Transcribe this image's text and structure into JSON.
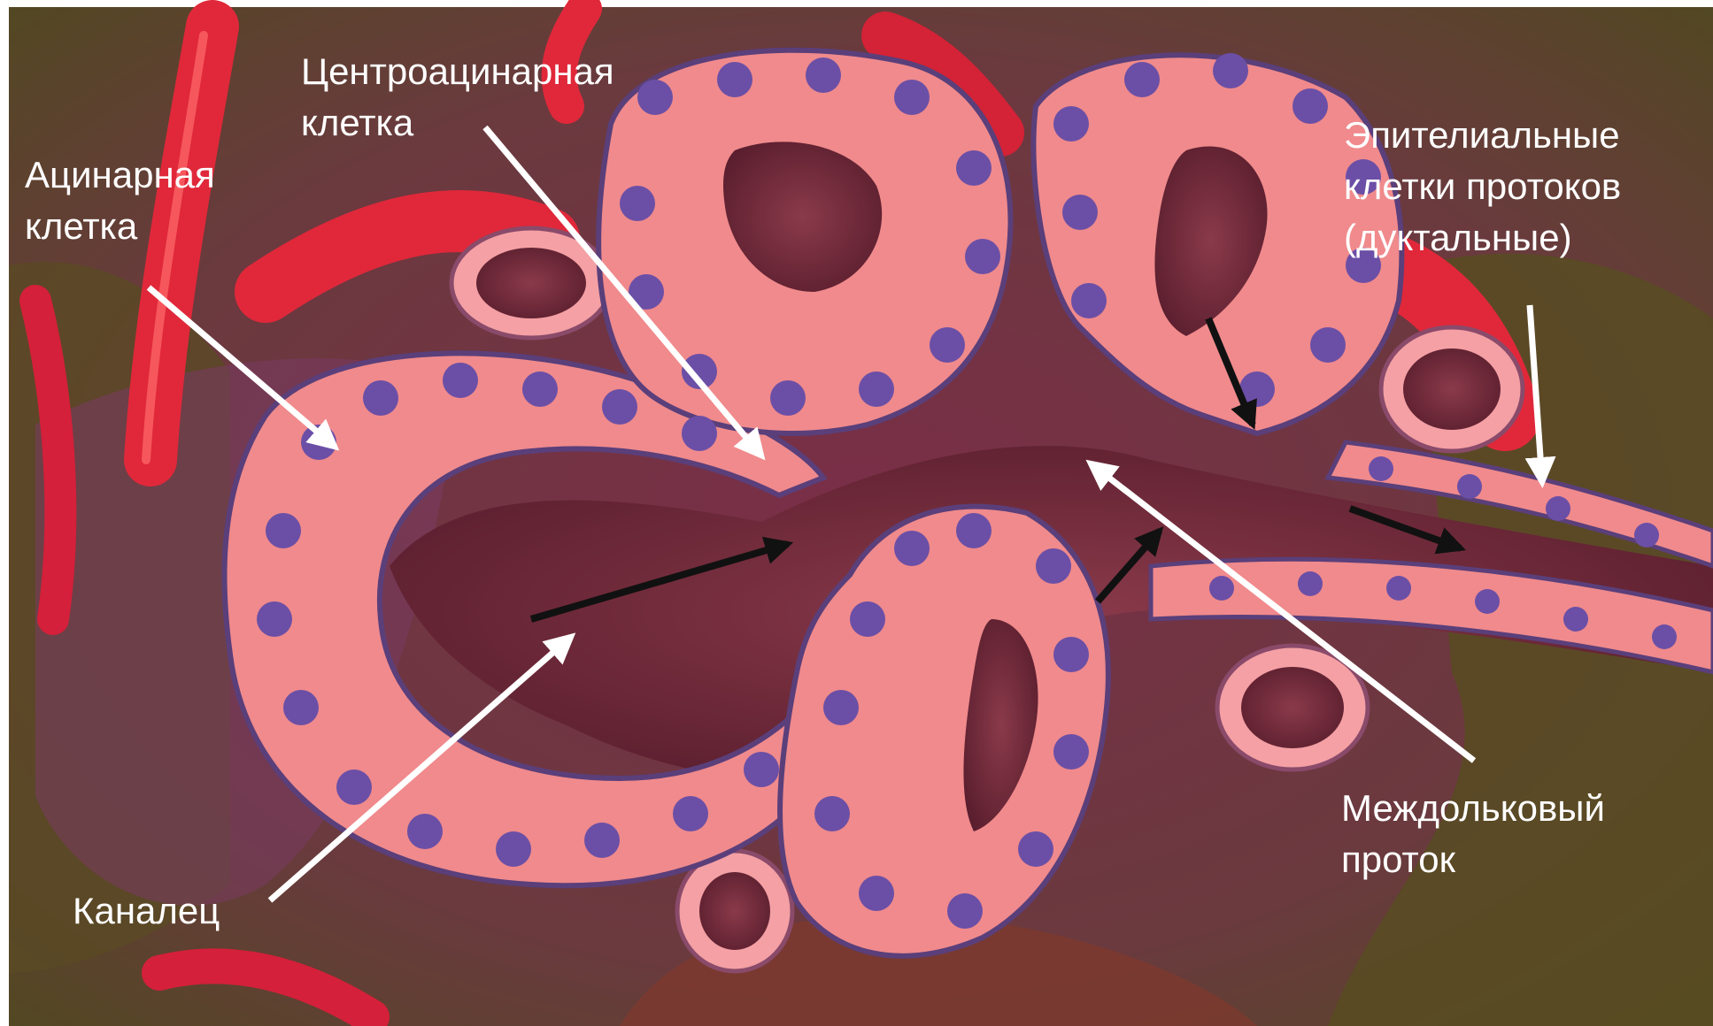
{
  "labels": {
    "centroacinar": {
      "line1": "Центроацинарная",
      "line2": "клетка"
    },
    "acinar": {
      "line1": "Ацинарная",
      "line2": "клетка"
    },
    "epithelial": {
      "line1": "Эпителиальные",
      "line2": "клетки протоков",
      "line3": "(дуктальные)"
    },
    "interlobular": {
      "line1": "Междольковый",
      "line2": "проток"
    },
    "canaliculus": {
      "line1": "Каналец"
    }
  },
  "colors": {
    "background_olive": "#5b4a1f",
    "tissue_purple": "#7a3658",
    "cell_pink": "#f08a8c",
    "cell_membrane": "#5a3f7a",
    "nucleus": "#6b4fa6",
    "vessel_red": "#e0283a",
    "lumen": "#6e2a38",
    "label_white": "#ffffff",
    "flow_arrow": "#111111"
  }
}
